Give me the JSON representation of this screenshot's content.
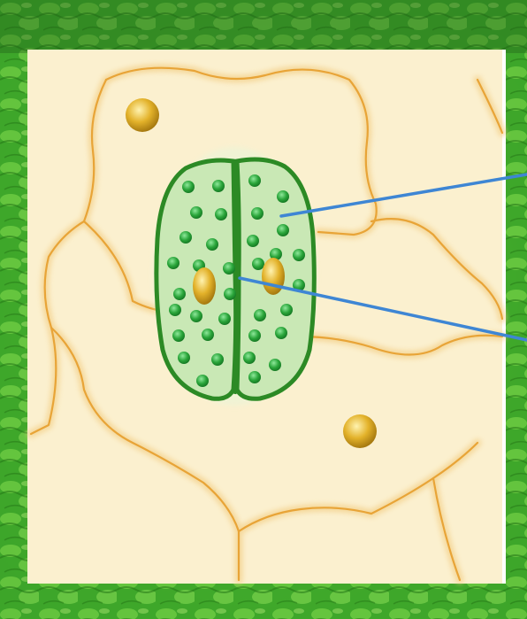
{
  "diagram": {
    "labels": [],
    "colors": {
      "leaf_background": "#3fa92b",
      "leaf_dark": "#1f6e12",
      "leaf_light": "#8fe35a",
      "epidermis_fill": "#fbf0cf",
      "epidermis_cell_fill": "#f6e6b6",
      "cell_wall": "#e8a437",
      "guard_cell_fill": "#c9e8b5",
      "guard_cell_outline": "#2c8a25",
      "chloroplast": "#2aa53a",
      "nucleus": "#e3a81f",
      "pointer_line": "#3e86d4",
      "frame_white": "#ffffff"
    },
    "parts": [
      "leaf-background",
      "epidermal-cells",
      "cell-walls",
      "guard-cells",
      "chloroplasts",
      "nuclei",
      "pointer-lines"
    ]
  }
}
